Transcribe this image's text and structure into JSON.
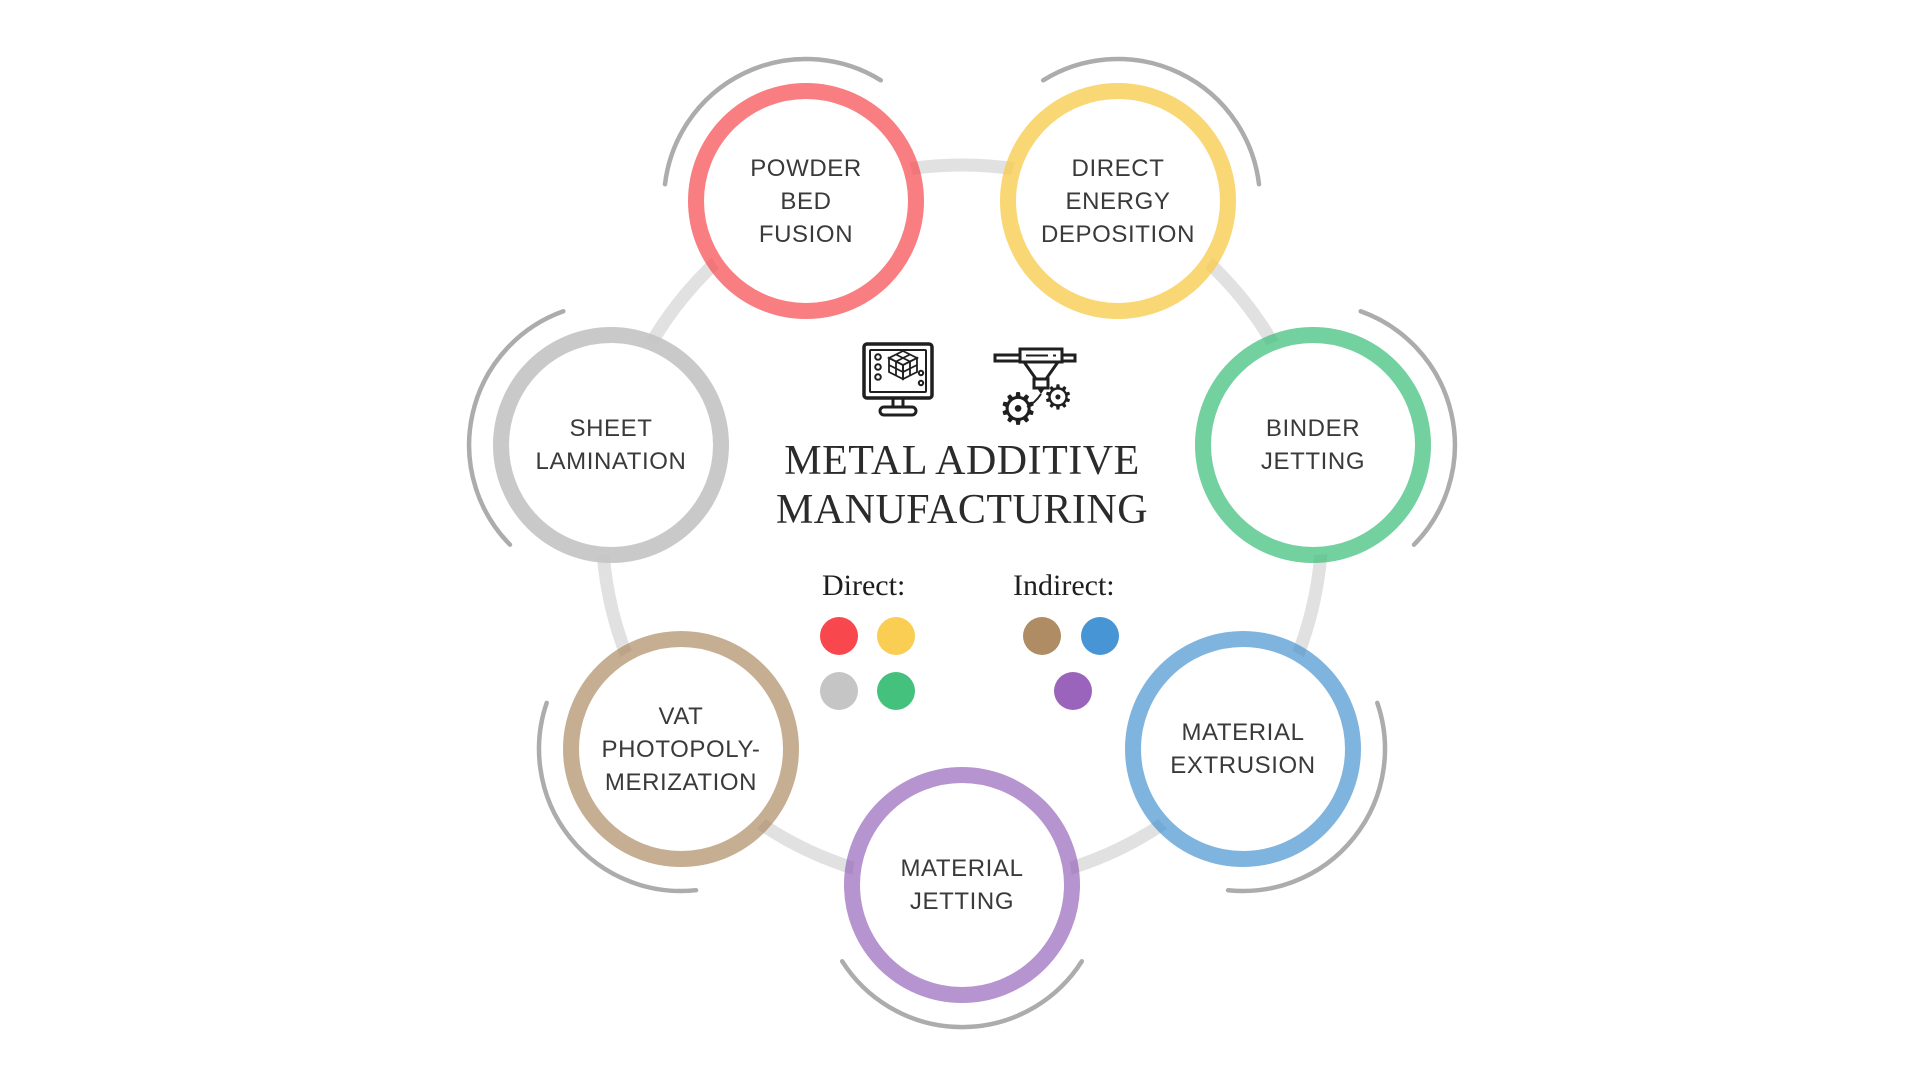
{
  "title": {
    "lines": [
      "METAL ADDITIVE",
      "MANUFACTURING"
    ]
  },
  "legend": {
    "direct": {
      "label": "Direct:",
      "dot_colors": [
        "#F8474D",
        "#F9CE53",
        "#C6C5C5",
        "#45C17E"
      ]
    },
    "indirect": {
      "label": "Indirect:",
      "dot_colors": [
        "#AF8C63",
        "#4795D4",
        "#9B64BC"
      ]
    }
  },
  "categories": [
    {
      "name": "Powder Bed Fusion",
      "type": "direct",
      "lines": [
        "POWDER",
        "BED",
        "FUSION"
      ],
      "ring_color": "rgba(246,76,82,0.72)",
      "base_color": "#F8474D"
    },
    {
      "name": "Direct Energy Deposition",
      "type": "direct",
      "lines": [
        "DIRECT",
        "ENERGY",
        "DEPOSITION"
      ],
      "ring_color": "rgba(248,205,82,0.80)",
      "base_color": "#F9CE53"
    },
    {
      "name": "Binder Jetting",
      "type": "direct",
      "lines": [
        "BINDER",
        "JETTING"
      ],
      "ring_color": "rgba(61,190,122,0.72)",
      "base_color": "#45C17E"
    },
    {
      "name": "Material Extrusion",
      "type": "indirect",
      "lines": [
        "MATERIAL",
        "EXTRUSION"
      ],
      "ring_color": "rgba(66,145,208,0.68)",
      "base_color": "#4795D4"
    },
    {
      "name": "Material Jetting",
      "type": "indirect",
      "lines": [
        "MATERIAL",
        "JETTING"
      ],
      "ring_color": "rgba(148,97,186,0.68)",
      "base_color": "#9B64BC"
    },
    {
      "name": "Vat Photopolymerization",
      "type": "indirect",
      "lines": [
        "VAT",
        "PHOTOPOLY-",
        "MERIZATION"
      ],
      "ring_color": "rgba(170,135,95,0.68)",
      "base_color": "#AF8C63"
    },
    {
      "name": "Sheet Lamination",
      "type": "direct",
      "lines": [
        "SHEET",
        "LAMINATION"
      ],
      "ring_color": "rgba(197,196,196,0.92)",
      "base_color": "#C6C5C5"
    }
  ],
  "icons": {
    "monitor": "3d-model-monitor-icon",
    "printer": "3d-printer-gears-icon",
    "gear_glyph": "⚙"
  },
  "palette": {
    "connector_ring": "#E1E1E1",
    "outer_arc": "#ACACAC",
    "icon_stroke": "#1F1F1F",
    "label_text": "#3A3A3A",
    "title_text": "#2B2B2B"
  }
}
